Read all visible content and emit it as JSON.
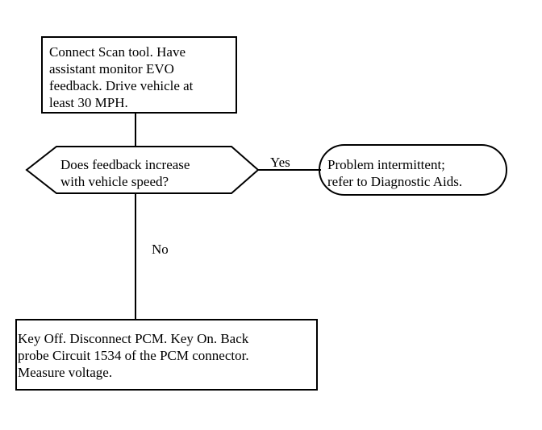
{
  "flowchart": {
    "start_box": {
      "lines": [
        "Connect Scan tool. Have",
        "assistant monitor EVO",
        "feedback. Drive vehicle at",
        "least 30 MPH."
      ]
    },
    "decision": {
      "lines": [
        "Does feedback increase",
        "with vehicle speed?"
      ]
    },
    "yes_branch": {
      "label": "Yes",
      "result_lines": [
        "Problem intermittent;",
        "refer to Diagnostic Aids."
      ]
    },
    "no_branch": {
      "label": "No",
      "result_lines": [
        "Key Off. Disconnect PCM. Key On. Back",
        "probe Circuit 1534 of the PCM connector.",
        "Measure voltage."
      ]
    }
  }
}
